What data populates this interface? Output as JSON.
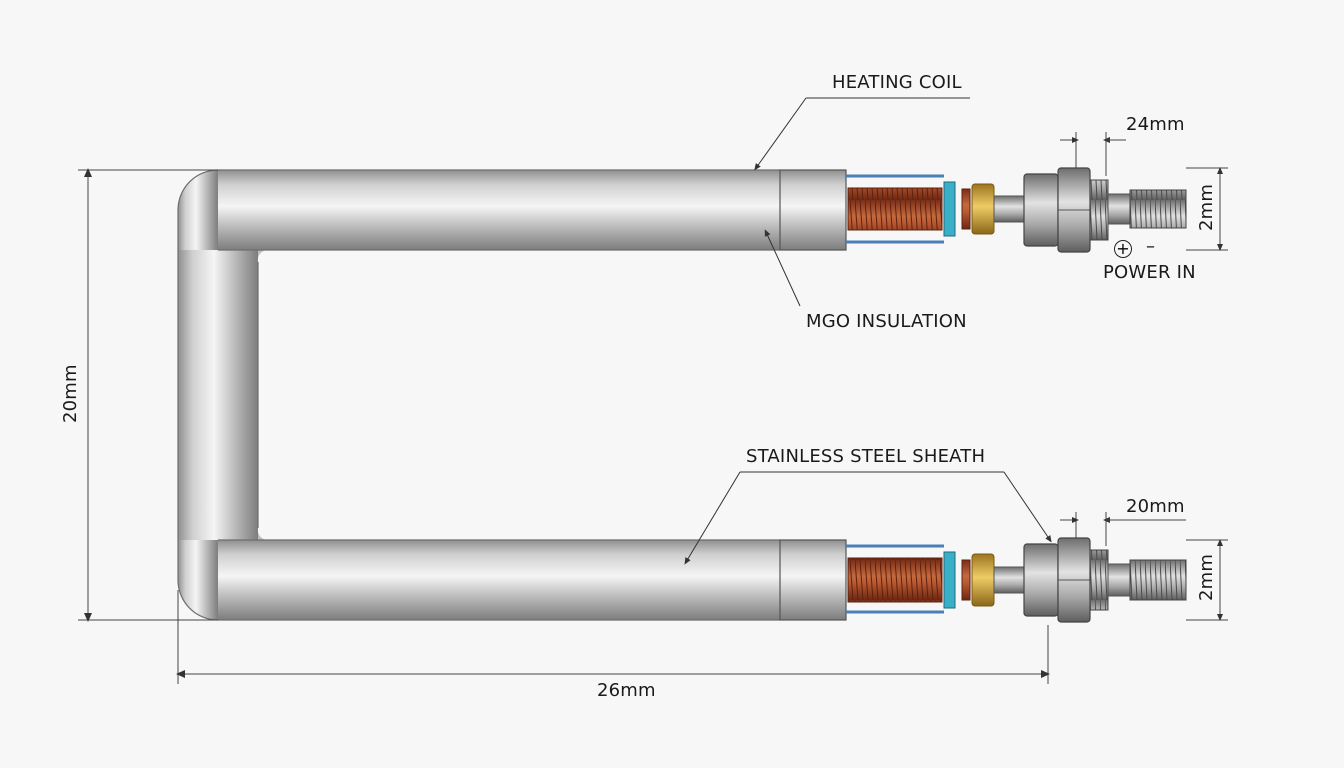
{
  "labels": {
    "heating_coil": "HEATING COIL",
    "mgo_insulation": "MGO INSULATION",
    "stainless_steel_sheath": "STAINLESS STEEL SHEATH",
    "power_in": "POWER IN",
    "plus": "+",
    "minus": "–"
  },
  "dimensions": {
    "height": "20mm",
    "length": "26mm",
    "top_fitting_width": "24mm",
    "top_thread_dia": "2mm",
    "bottom_fitting_width": "20mm",
    "bottom_thread_dia": "2mm"
  },
  "colors": {
    "tube_mid": "#cfcfcf",
    "tube_dark": "#8a8a8a",
    "tube_light": "#f4f4f4",
    "coil": "#b5562f",
    "coil_dark": "#7a2e17",
    "insulation_tube": "#4a7fb8",
    "washer": "#3ab0c8",
    "brass": "#d3a63b",
    "background": "#f7f7f7",
    "line": "#333333"
  }
}
